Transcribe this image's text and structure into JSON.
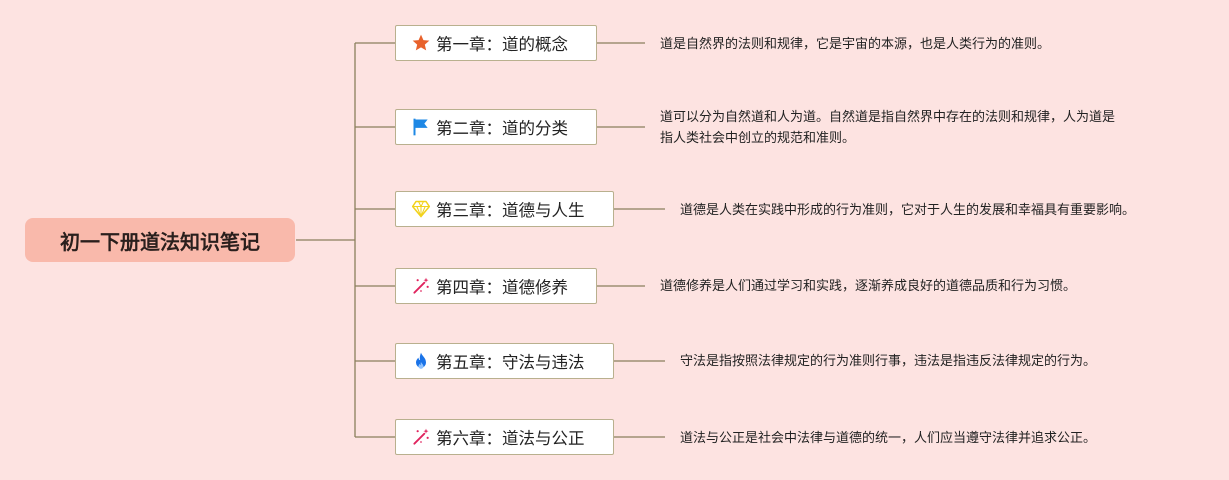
{
  "root": {
    "title": "初一下册道法知识笔记"
  },
  "chapters": [
    {
      "title": "第一章：道的概念",
      "icon": "star-icon",
      "note": [
        "道是自然界的法则和规律，它是宇宙的本源，也是人类行为的准则。"
      ]
    },
    {
      "title": "第二章：道的分类",
      "icon": "flag-icon",
      "note": [
        "道可以分为自然道和人为道。自然道是指自然界中存在的法则和规律，人为道是",
        "指人类社会中创立的规范和准则。"
      ]
    },
    {
      "title": "第三章：道德与人生",
      "icon": "diamond-icon",
      "note": [
        "道德是人类在实践中形成的行为准则，它对于人生的发展和幸福具有重要影响。"
      ]
    },
    {
      "title": "第四章：道德修养",
      "icon": "sparkle-icon",
      "note": [
        "道德修养是人们通过学习和实践，逐渐养成良好的道德品质和行为习惯。"
      ]
    },
    {
      "title": "第五章：守法与违法",
      "icon": "fire-icon",
      "note": [
        "守法是指按照法律规定的行为准则行事，违法是指违反法律规定的行为。"
      ]
    },
    {
      "title": "第六章：道法与公正",
      "icon": "sparkle-icon",
      "note": [
        "道法与公正是社会中法律与道德的统一，人们应当遵守法律并追求公正。"
      ]
    }
  ],
  "colors": {
    "background": "#fde3e1",
    "root_fill": "#f9b9ab",
    "connector": "#8a7f5c",
    "star": "#e8622c",
    "flag": "#1e88e5",
    "diamond": "#f2d21b",
    "sparkle": "#e0245e",
    "fire": "#1a73e8"
  }
}
